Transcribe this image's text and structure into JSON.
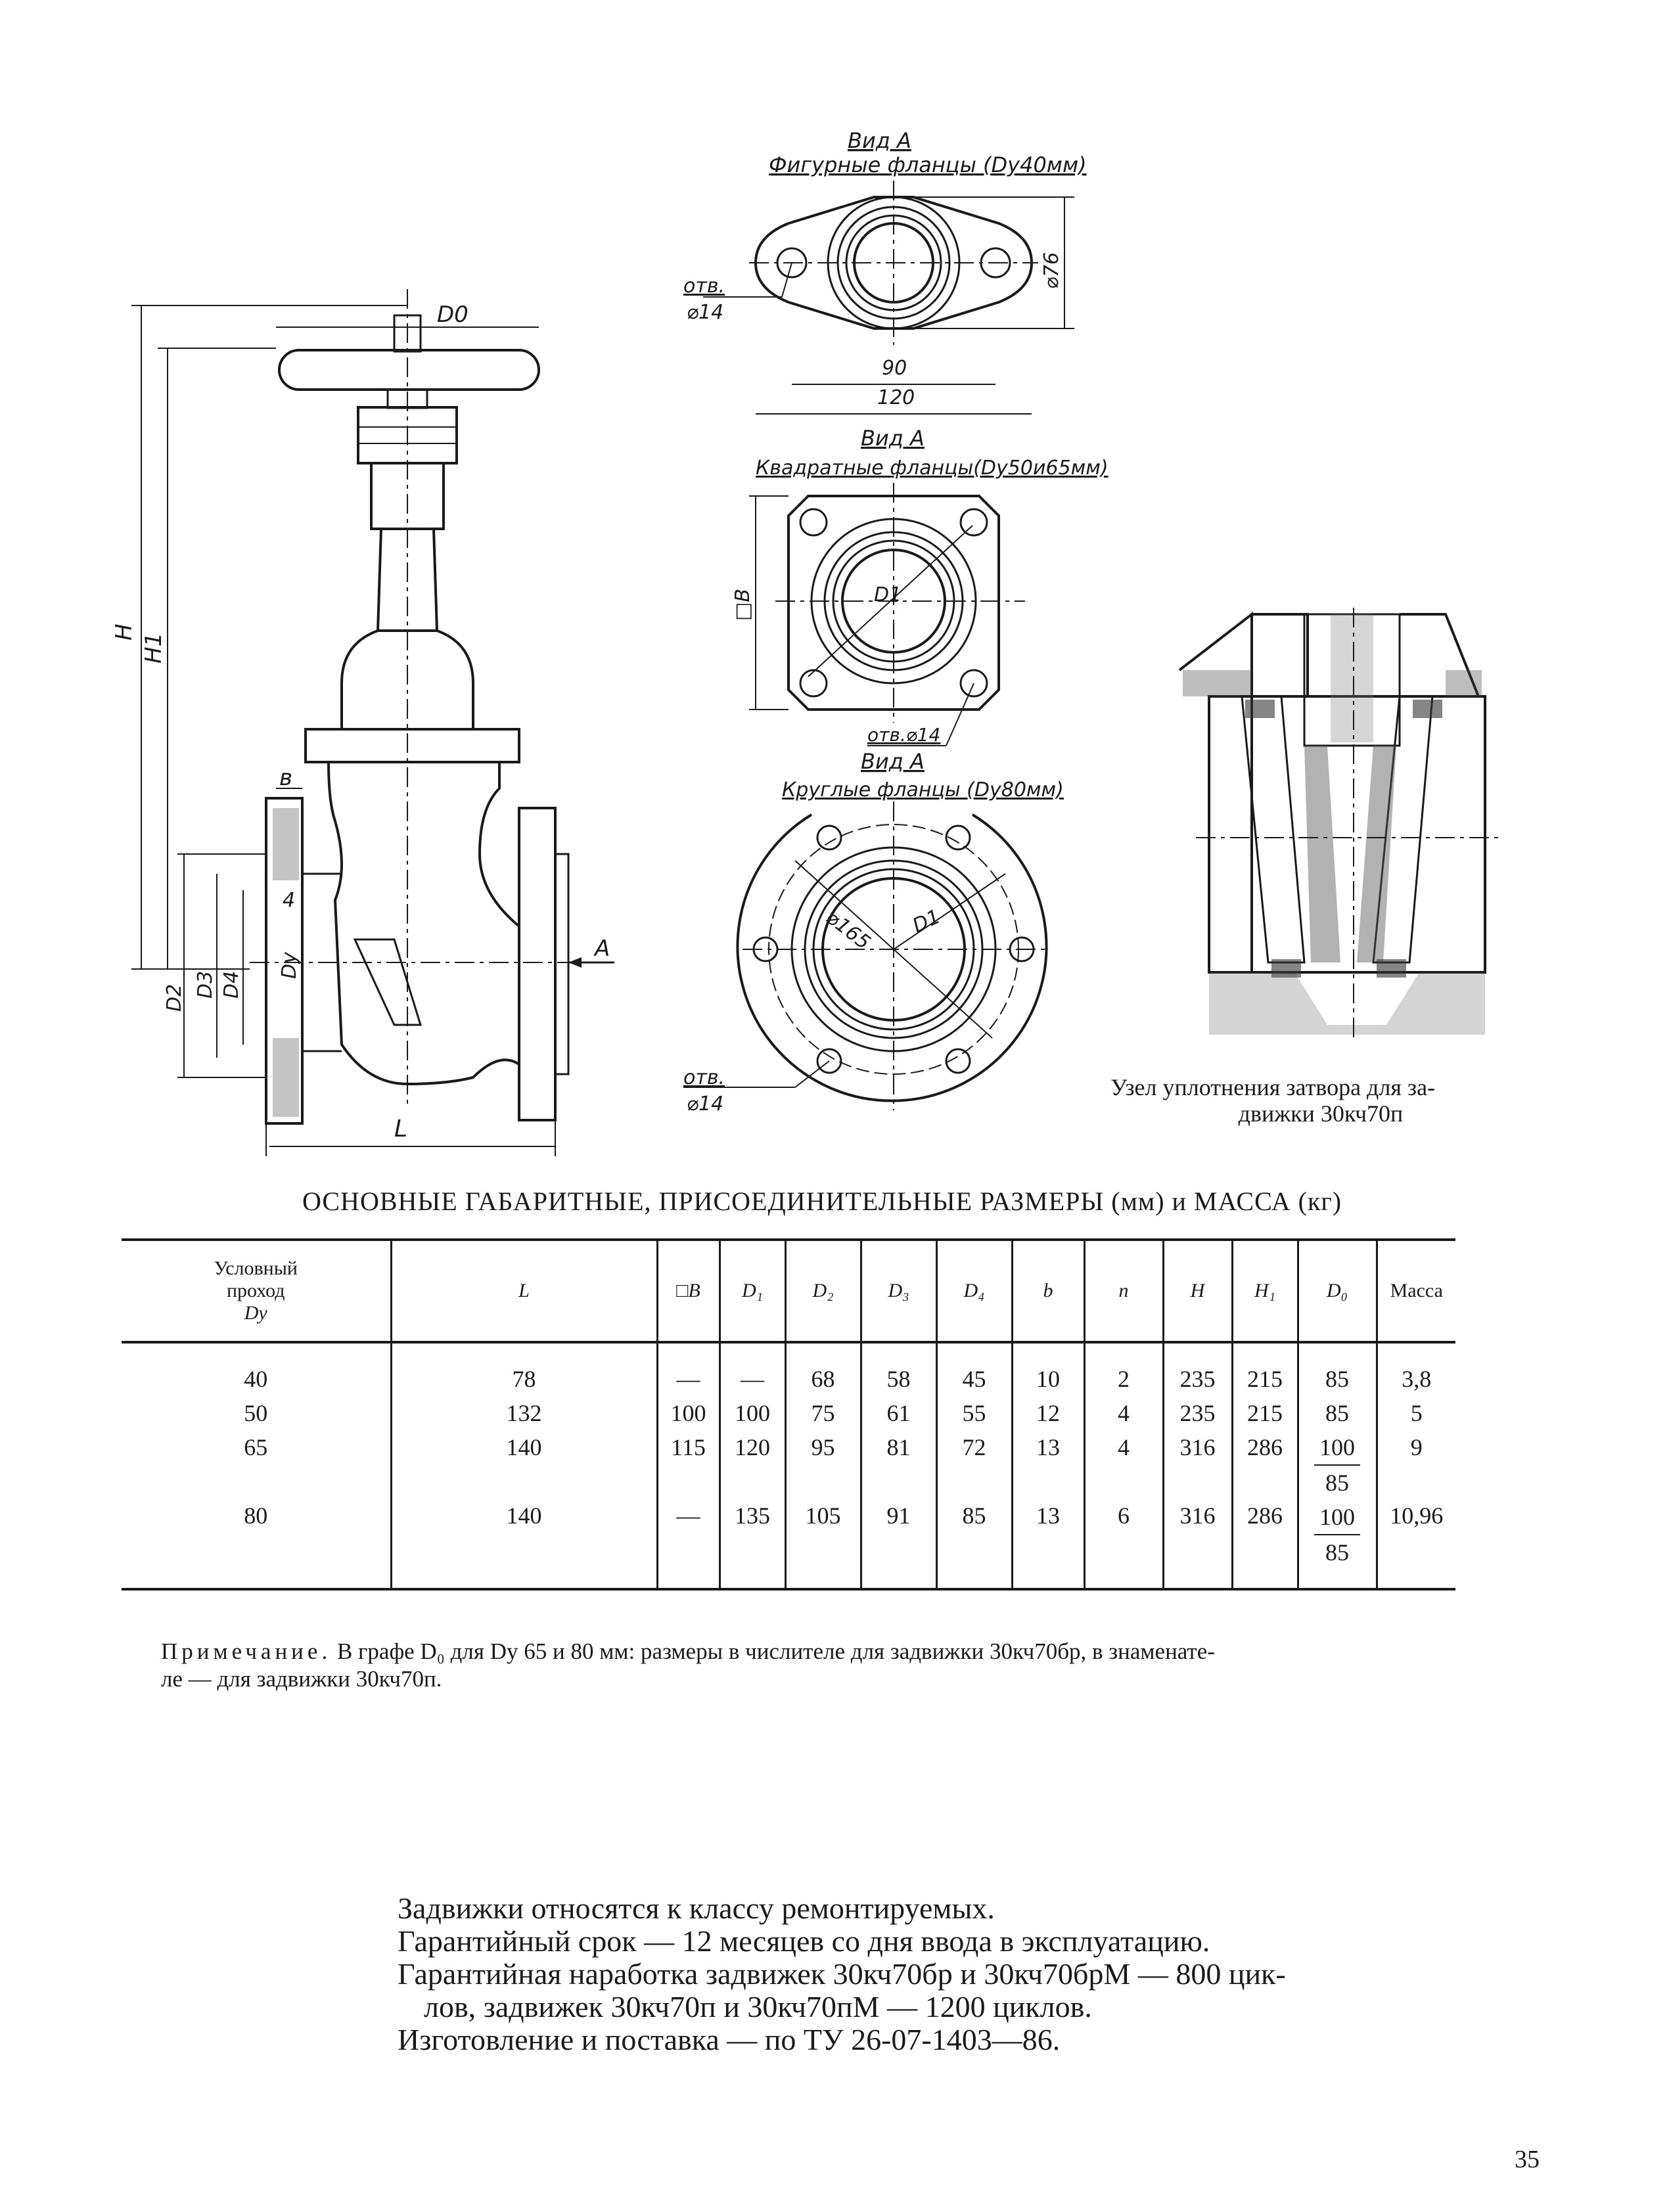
{
  "drawing": {
    "view_a_label": "Вид А",
    "view_a_shaped_title": "Фигурные фланцы (Dу40мм)",
    "view_a_square_title": "Квадратные фланцы(Dу50и65мм)",
    "view_a_round_title": "Круглые фланцы (Dу80мм)",
    "hole_label": "отв.",
    "hole_diam": "⌀14",
    "hole_label_square": "отв.⌀14",
    "dim_76": "⌀76",
    "dim_90": "90",
    "dim_120": "120",
    "dim_sqB": "□В",
    "dim_165": "⌀165",
    "dim_D1": "D1",
    "dim_D0": "D0",
    "dim_H": "H",
    "dim_H1": "H1",
    "dim_b": "в",
    "dim_D2": "D2",
    "dim_D3": "D3",
    "dim_D4": "D4",
    "dim_Dy": "Dу",
    "dim_L": "L",
    "dim_A": "А",
    "dim_4": "4"
  },
  "caption": {
    "line1": "Узел уплотнения затвора для за-",
    "line2": "движки 30кч70п"
  },
  "table_title": "ОСНОВНЫЕ ГАБАРИТНЫЕ, ПРИСОЕДИНИТЕЛЬНЫЕ РАЗМЕРЫ (мм) и МАССА (кг)",
  "table": {
    "headers": {
      "dy_line1": "Условный",
      "dy_line2": "проход",
      "dy_line3": "Dу",
      "L": "L",
      "B": "□B",
      "D1": "D₁",
      "D2": "D₂",
      "D3": "D₃",
      "D4": "D₄",
      "b": "b",
      "n": "n",
      "H": "H",
      "H1": "H₁",
      "D0": "D₀",
      "mass": "Масса"
    },
    "rows": [
      {
        "dy": "40",
        "L": "78",
        "B": "—",
        "D1": "—",
        "D2": "68",
        "D3": "58",
        "D4": "45",
        "b": "10",
        "n": "2",
        "H": "235",
        "H1": "215",
        "D0": "85",
        "D0_den": "",
        "mass": "3,8"
      },
      {
        "dy": "50",
        "L": "132",
        "B": "100",
        "D1": "100",
        "D2": "75",
        "D3": "61",
        "D4": "55",
        "b": "12",
        "n": "4",
        "H": "235",
        "H1": "215",
        "D0": "85",
        "D0_den": "",
        "mass": "5"
      },
      {
        "dy": "65",
        "L": "140",
        "B": "115",
        "D1": "120",
        "D2": "95",
        "D3": "81",
        "D4": "72",
        "b": "13",
        "n": "4",
        "H": "316",
        "H1": "286",
        "D0": "100",
        "D0_den": "85",
        "mass": "9"
      },
      {
        "dy": "80",
        "L": "140",
        "B": "—",
        "D1": "135",
        "D2": "105",
        "D3": "91",
        "D4": "85",
        "b": "13",
        "n": "6",
        "H": "316",
        "H1": "286",
        "D0": "100",
        "D0_den": "85",
        "mass": "10,96"
      }
    ]
  },
  "note": {
    "label": "Примечание.",
    "text": " В графе D₀ для Dу 65 и 80 мм: размеры в числителе для задвижки 30кч70бр, в знаменате-",
    "text2": "ле — для задвижки 30кч70п."
  },
  "notes": {
    "line1": "Задвижки относятся к классу ремонтируемых.",
    "line2": "Гарантийный срок — 12 месяцев со дня ввода в эксплуатацию.",
    "line3": "Гарантийная наработка задвижек 30кч70бр и 30кч70брМ — 800 цик-",
    "line4": "лов, задвижек 30кч70п и 30кч70пМ — 1200 циклов.",
    "line5": "Изготовление и поставка — по ТУ 26-07-1403—86."
  },
  "page_number": "35"
}
